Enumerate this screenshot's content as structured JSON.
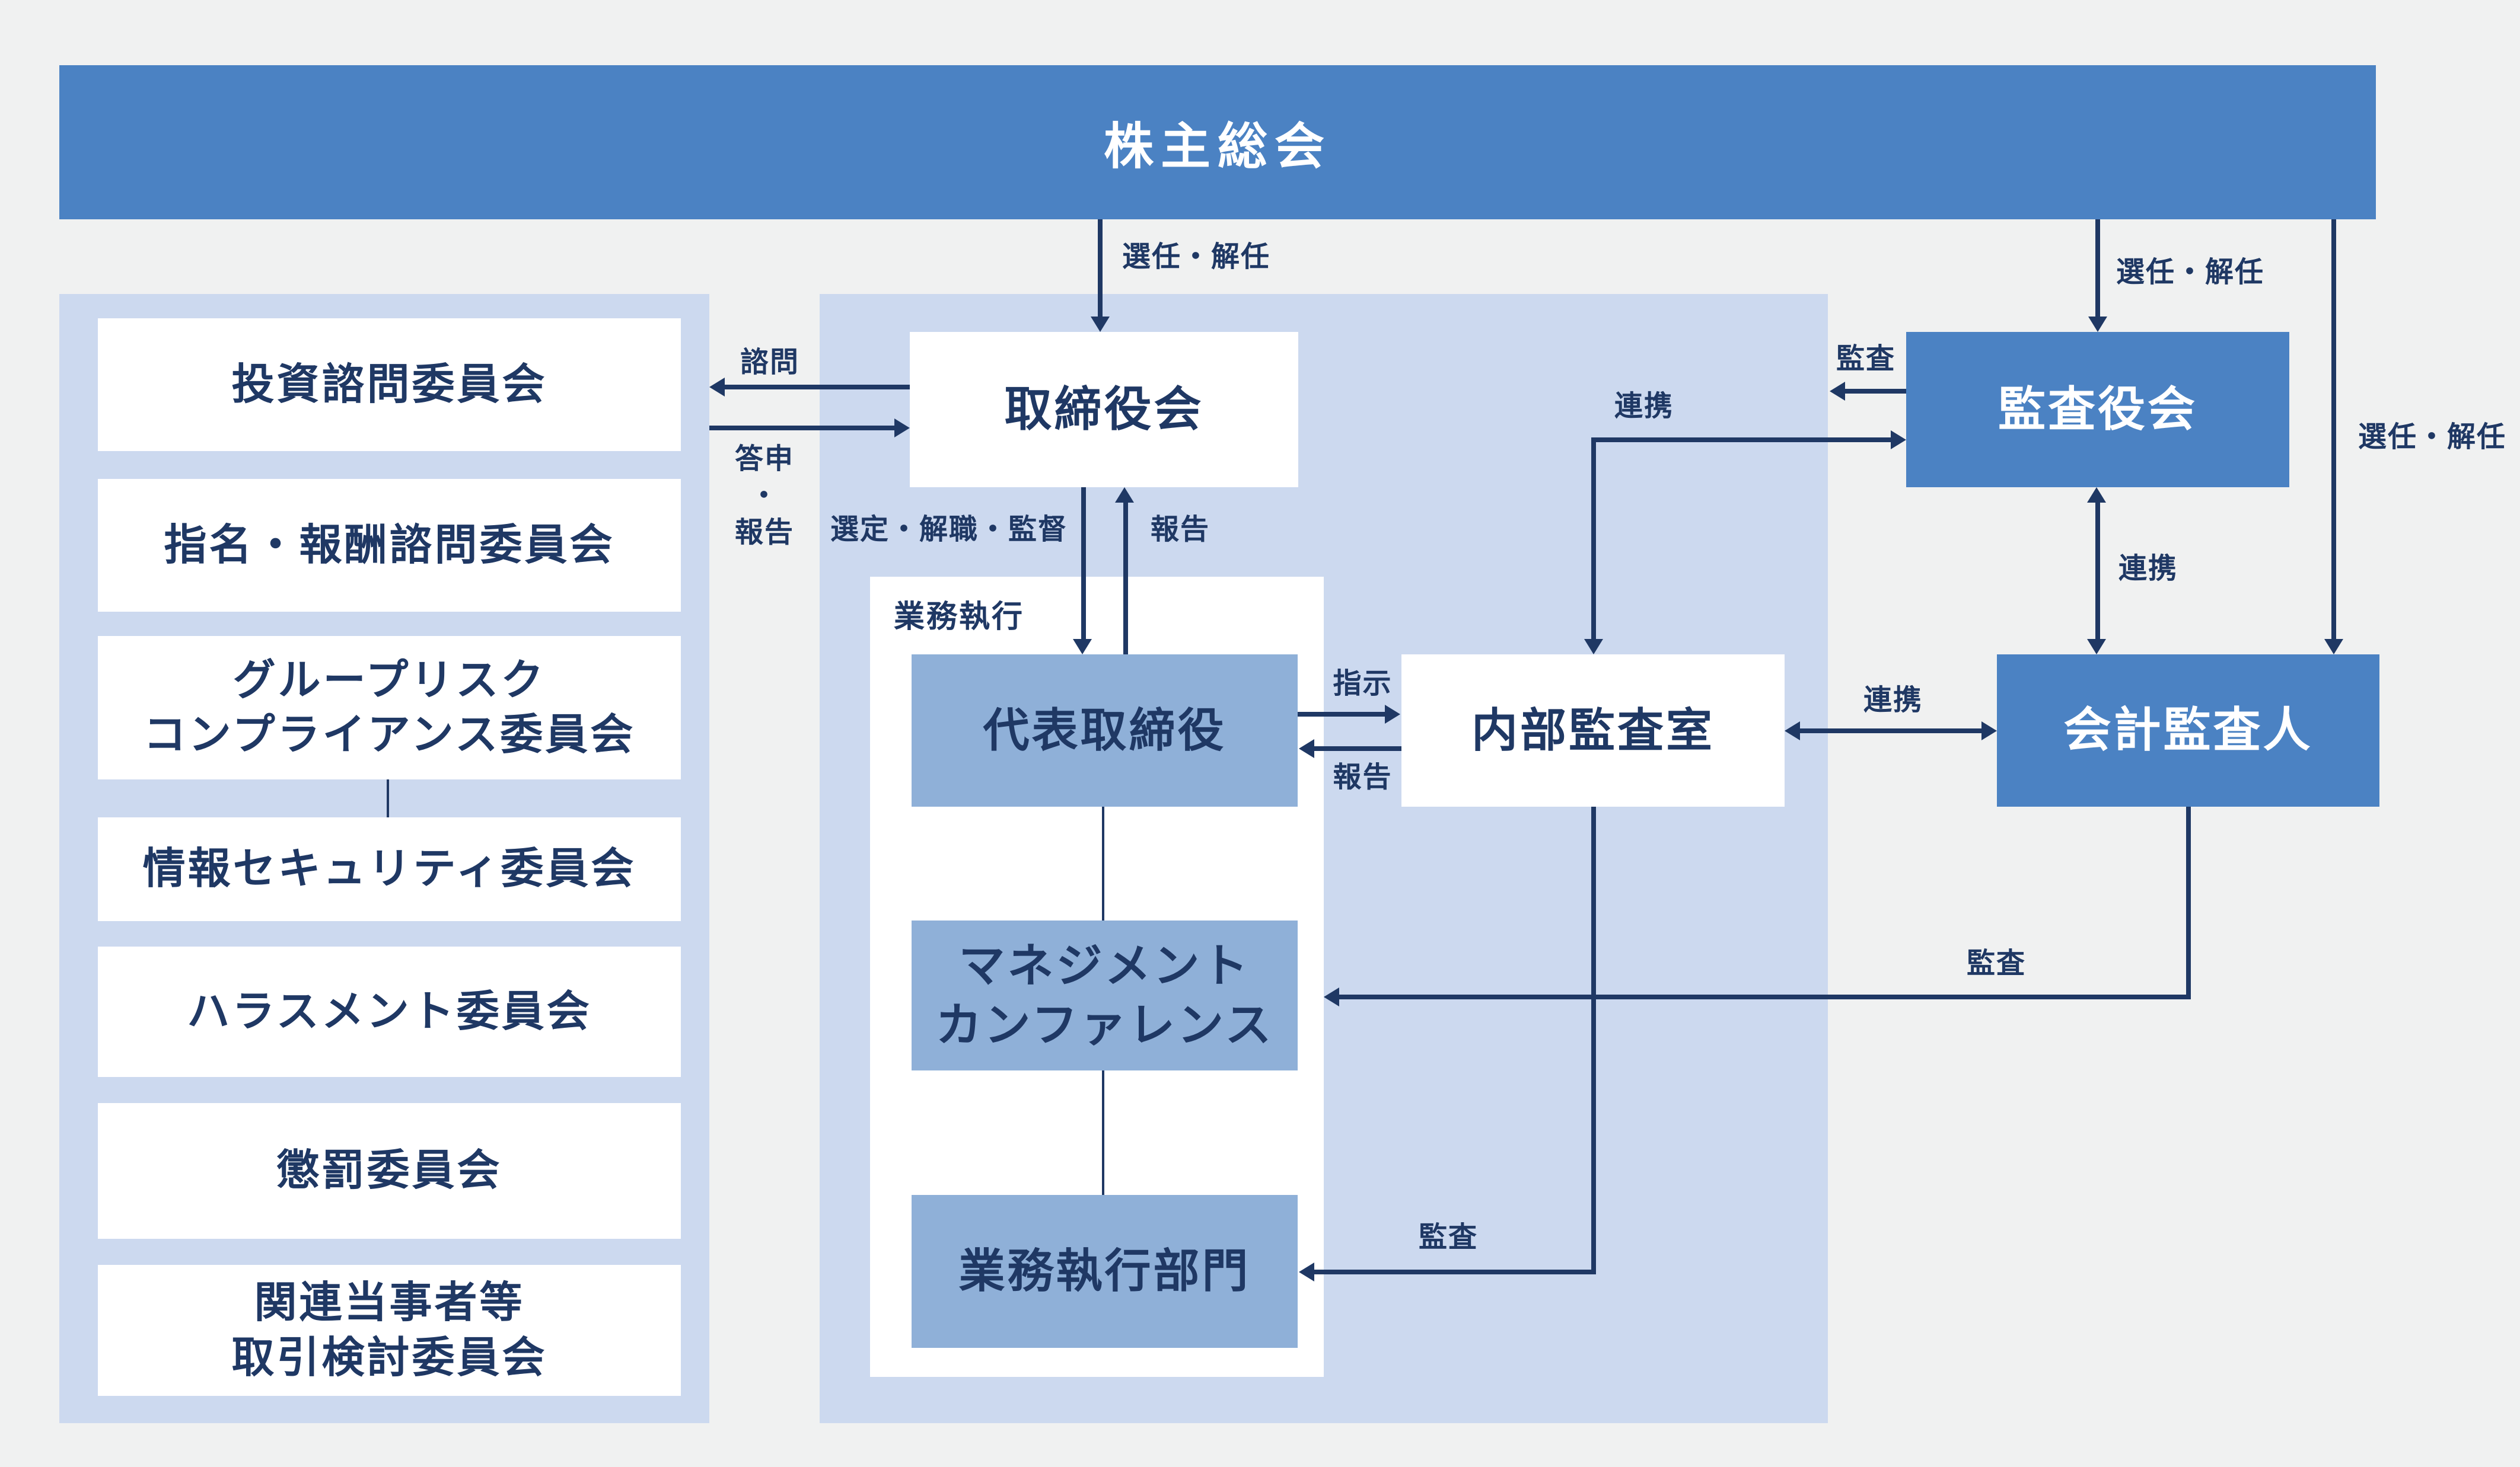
{
  "colors": {
    "navy": "#1f3864",
    "blue": "#4b82c3",
    "blue-mid": "#8fb0d8",
    "panel": "#ccd9ef",
    "bg": "#f0f1f1",
    "white": "#ffffff"
  },
  "nodes": {
    "shareholders": {
      "label": "株主総会"
    },
    "board": {
      "label": "取締役会"
    },
    "representative_director": {
      "label": "代表取締役"
    },
    "management_conference": {
      "lines": [
        "マネジメント",
        "カンファレンス"
      ]
    },
    "executive_departments": {
      "label": "業務執行部門"
    },
    "internal_audit_office": {
      "label": "内部監査室"
    },
    "audit_board": {
      "label": "監査役会"
    },
    "accounting_auditor": {
      "label": "会計監査人"
    },
    "execution_area": {
      "label": "業務執行"
    }
  },
  "committees": [
    {
      "lines": [
        "投資諮問委員会"
      ]
    },
    {
      "lines": [
        "指名・報酬諮問委員会"
      ]
    },
    {
      "lines": [
        "グループリスク",
        "コンプライアンス委員会"
      ]
    },
    {
      "lines": [
        "情報セキュリティ委員会"
      ]
    },
    {
      "lines": [
        "ハラスメント委員会"
      ]
    },
    {
      "lines": [
        "懲罰委員会"
      ]
    },
    {
      "lines": [
        "関連当事者等",
        "取引検討委員会"
      ]
    }
  ],
  "edges": {
    "appoint_board": {
      "label": "選任・解任"
    },
    "appoint_audit_board": {
      "label": "選任・解任"
    },
    "appoint_accounting_auditor": {
      "label": "選任・解任"
    },
    "consult": {
      "label": "諮問"
    },
    "report_back": {
      "lines": [
        "答申",
        "・",
        "報告"
      ]
    },
    "select_dismiss_supervise": {
      "label": "選定・解職・監督"
    },
    "report_to_board": {
      "label": "報告"
    },
    "instruct": {
      "label": "指示"
    },
    "report_to_representative": {
      "label": "報告"
    },
    "cooperate_internal_auditboard": {
      "label": "連携"
    },
    "audit_by_auditboard": {
      "label": "監査"
    },
    "cooperate_auditboard_accounting": {
      "label": "連携"
    },
    "cooperate_internal_accounting": {
      "label": "連携"
    },
    "audit_management_conference": {
      "label": "監査"
    },
    "audit_executive_departments": {
      "label": "監査"
    }
  }
}
